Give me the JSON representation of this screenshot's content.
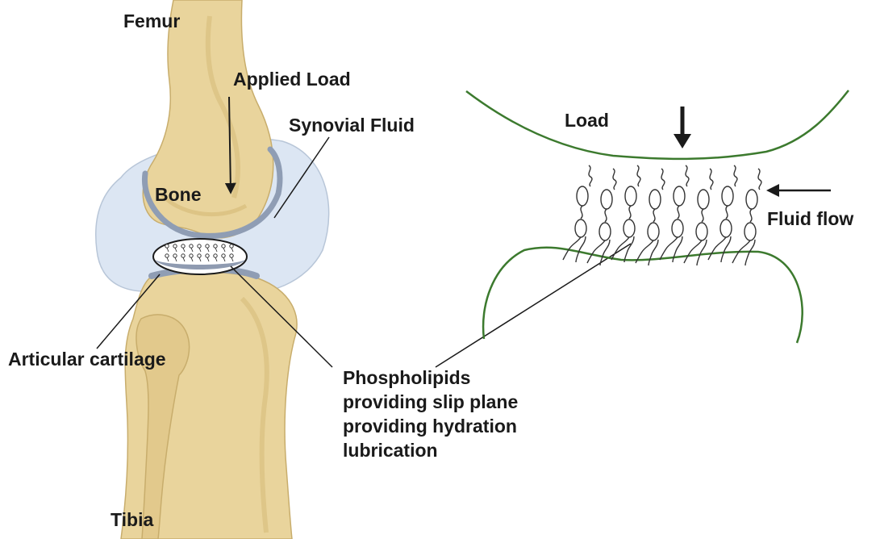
{
  "labels": {
    "femur": "Femur",
    "applied_load": "Applied Load",
    "synovial_fluid": "Synovial Fluid",
    "bone": "Bone",
    "articular_cartilage": "Articular cartilage",
    "tibia": "Tibia",
    "load": "Load",
    "fluid_flow": "Fluid flow",
    "phospholipids": "Phospholipids providing slip plane providing hydration lubrication"
  },
  "colors": {
    "bone_fill": "#e9d49c",
    "bone_shadow": "#d7bd7c",
    "bone_outline": "#c8ad6c",
    "synovial_capsule": "#dce6f3",
    "cartilage": "#8f9db4",
    "surface_curve": "#3c7a2e",
    "phospholipid": "#333333",
    "text": "#1a1a1a"
  }
}
